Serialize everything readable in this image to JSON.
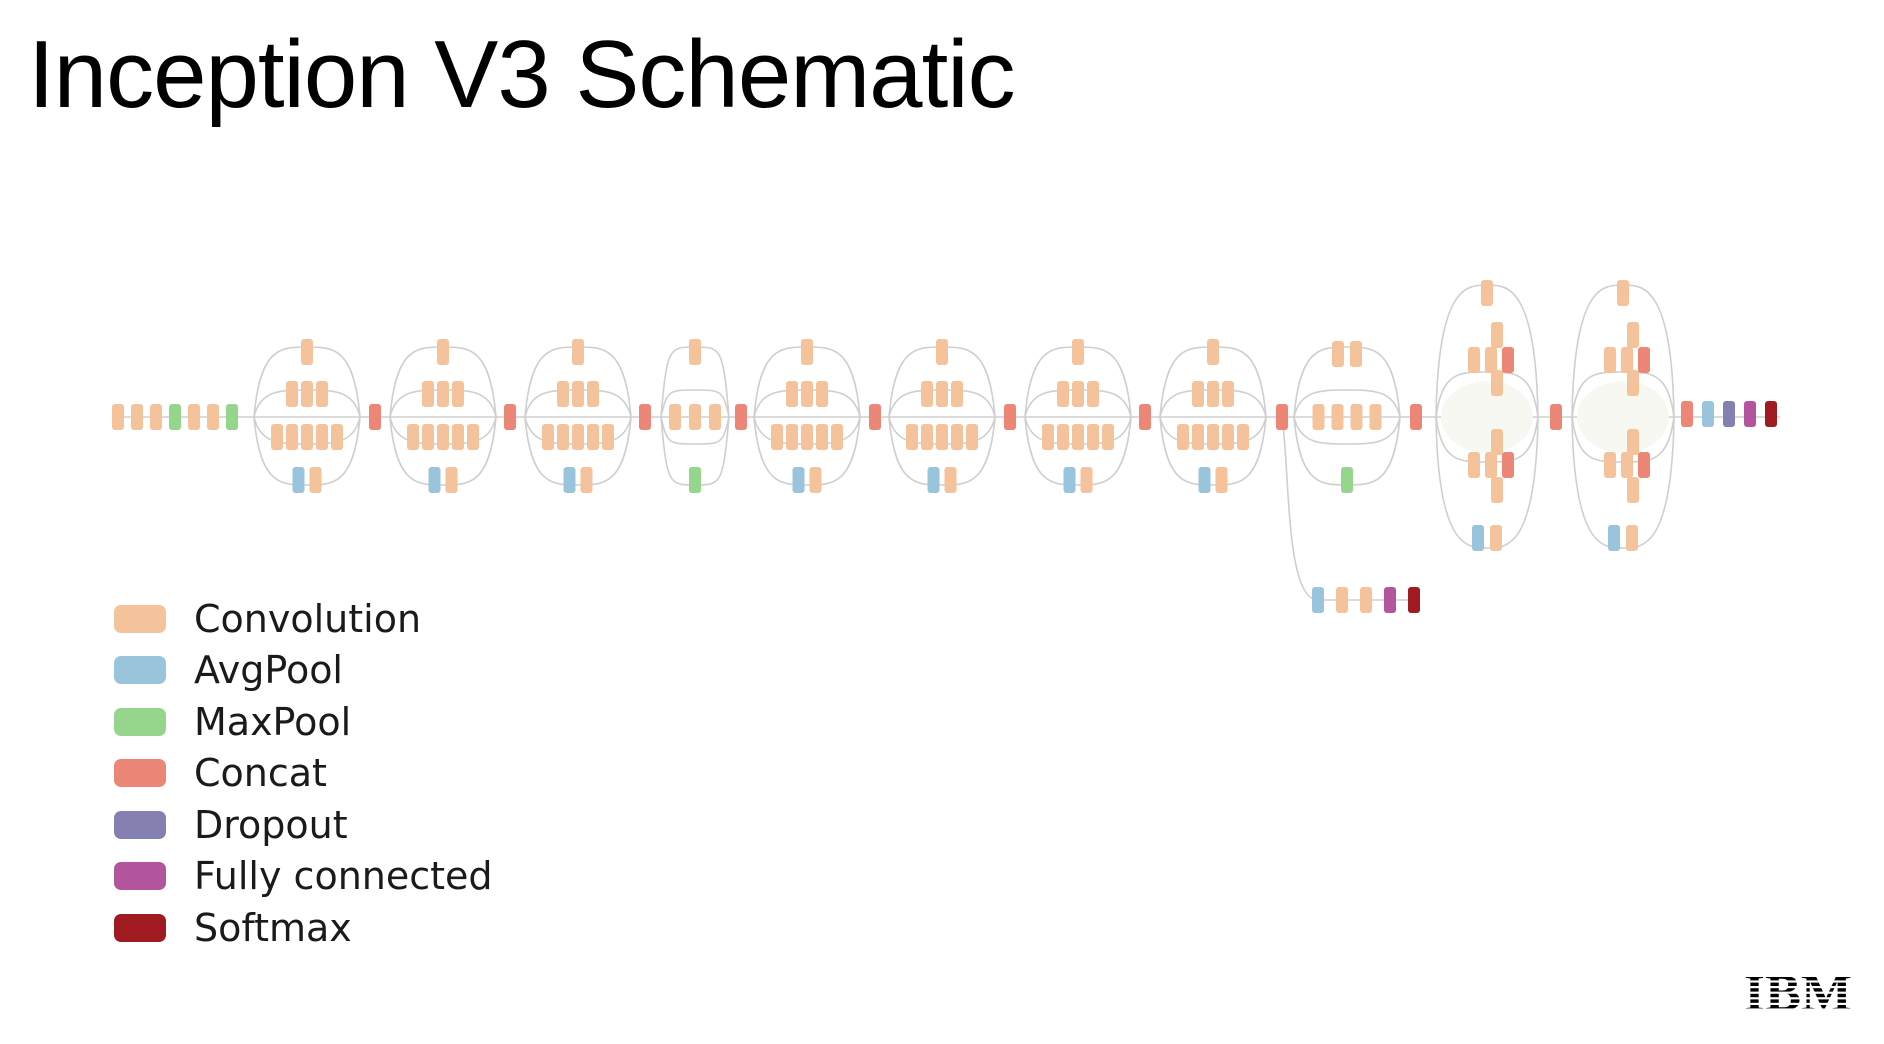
{
  "slide": {
    "title": "Inception V3 Schematic"
  },
  "legend": [
    {
      "type": "convolution",
      "label": "Convolution",
      "color": "#f4c39c"
    },
    {
      "type": "avgpool",
      "label": "AvgPool",
      "color": "#9ac4dc"
    },
    {
      "type": "maxpool",
      "label": "MaxPool",
      "color": "#96d68c"
    },
    {
      "type": "concat",
      "label": "Concat",
      "color": "#ec8677"
    },
    {
      "type": "dropout",
      "label": "Dropout",
      "color": "#8580b2"
    },
    {
      "type": "fully_connected",
      "label": "Fully connected",
      "color": "#b3559d"
    },
    {
      "type": "softmax",
      "label": "Softmax",
      "color": "#a01a22"
    }
  ],
  "diagram": {
    "stem": [
      "convolution",
      "convolution",
      "convolution",
      "maxpool",
      "convolution",
      "convolution",
      "maxpool"
    ],
    "modules": [
      {
        "kind": "inception_a"
      },
      {
        "kind": "inception_a"
      },
      {
        "kind": "inception_a"
      },
      {
        "kind": "grid_reduction_a"
      },
      {
        "kind": "inception_b"
      },
      {
        "kind": "inception_b"
      },
      {
        "kind": "inception_b"
      },
      {
        "kind": "inception_b"
      },
      {
        "kind": "grid_reduction_b"
      },
      {
        "kind": "inception_c"
      },
      {
        "kind": "inception_c"
      }
    ],
    "auxiliary_head": [
      "avgpool",
      "convolution",
      "convolution",
      "fully_connected",
      "softmax"
    ],
    "head": [
      "concat",
      "avgpool",
      "dropout",
      "fully_connected",
      "softmax"
    ]
  },
  "logo": {
    "text": "IBM"
  }
}
